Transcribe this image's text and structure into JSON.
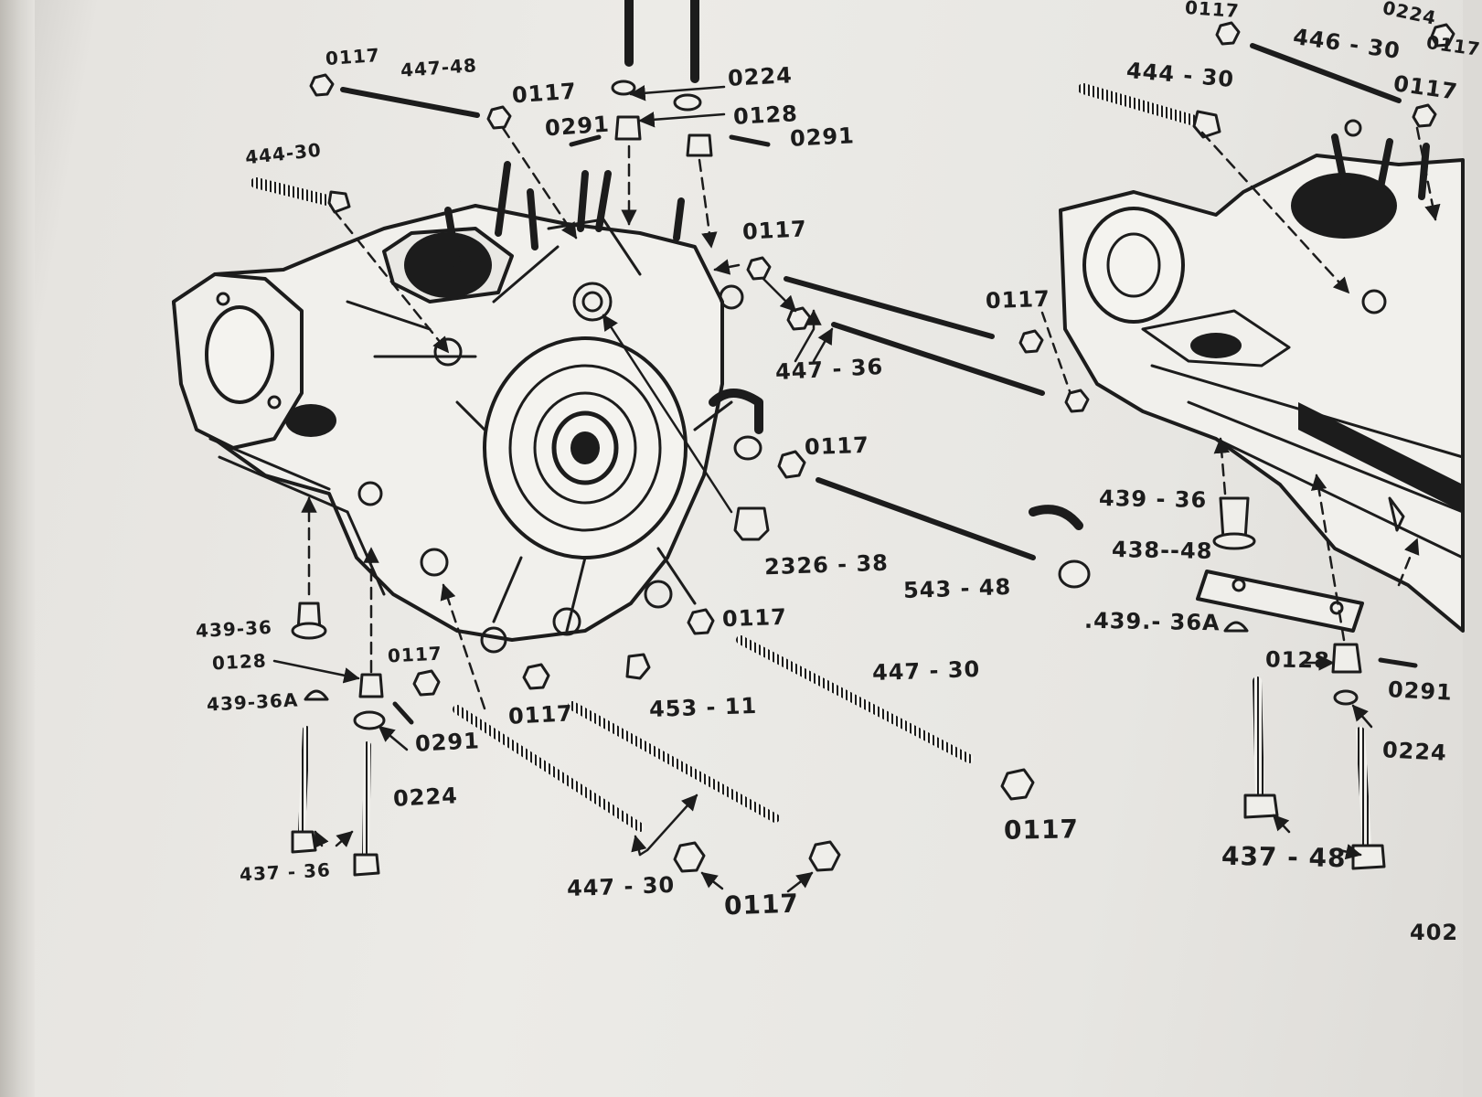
{
  "labels": {
    "l1": "0117",
    "l2": "447-48",
    "l3": "0117",
    "l4": "0224",
    "l5": "0291",
    "l6": "0128",
    "l7": "0291",
    "l8": "444-30",
    "l9": "0117",
    "l10": "0117",
    "l11": "447 - 36",
    "l12": "0117",
    "l13": "2326 - 38",
    "l14": "543 - 48",
    "l15": "439-36",
    "l16": "0128",
    "l17": "0117",
    "l18": "439-36A",
    "l19": "0117",
    "l20": "0291",
    "l21": "0224",
    "l22": "0117",
    "l23": "453 - 11",
    "l24": "447 - 30",
    "l25": "437 - 36",
    "l26": "447 - 30",
    "l27": "0117",
    "l28": "0117",
    "l29": "0117",
    "l30": "0224",
    "l31": "446 - 30",
    "l32": "444 - 30",
    "l33": "0117",
    "l34": "0117",
    "l35": "439 - 36",
    "l36": "438--48",
    "l37": ".439.- 36A",
    "l38": "0128",
    "l39": "0291",
    "l40": "0224",
    "l41": "437 - 48",
    "l42": "402"
  },
  "colors": {
    "paper": "#ecebe7",
    "ink": "#1c1c1c"
  }
}
